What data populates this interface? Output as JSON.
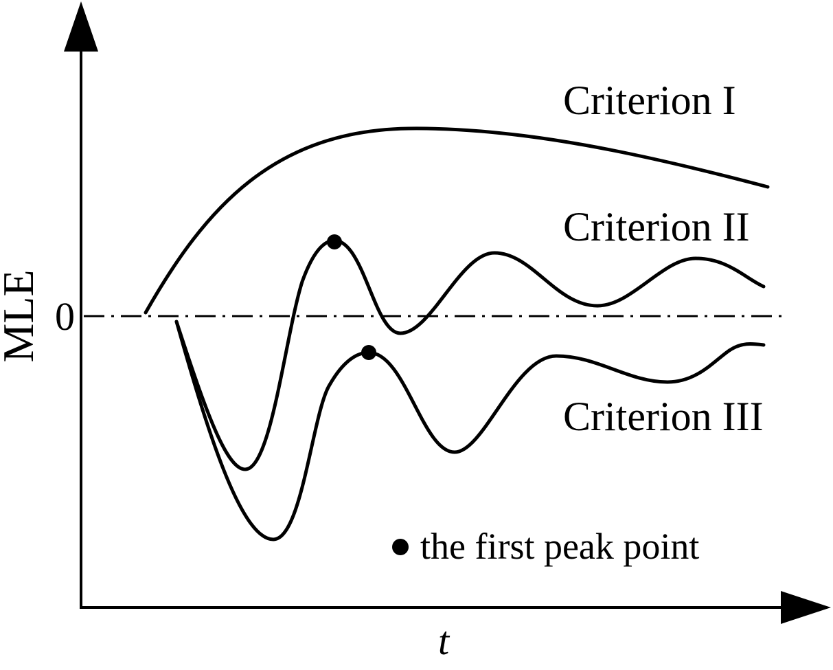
{
  "axes": {
    "y_label": "MLE",
    "x_label": "t",
    "zero_label": "0"
  },
  "curves": [
    {
      "label": "Criterion I"
    },
    {
      "label": "Criterion II"
    },
    {
      "label": "Criterion III"
    }
  ],
  "legend": {
    "text": "the first peak point"
  },
  "colors": {
    "ink": "#000000",
    "background": "#ffffff"
  }
}
